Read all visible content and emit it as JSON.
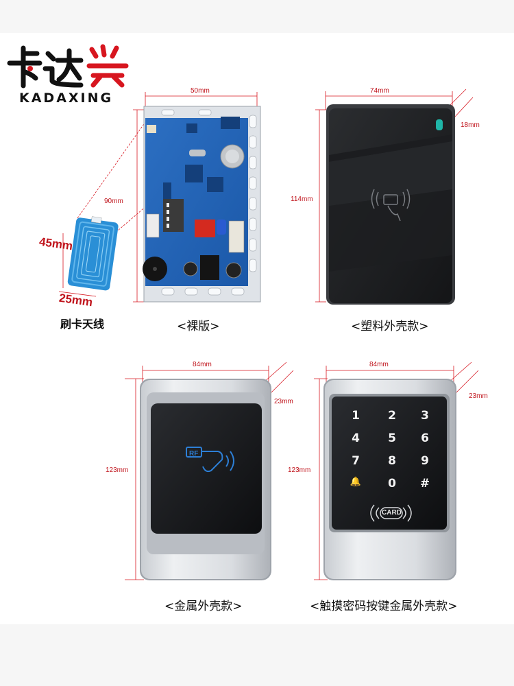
{
  "brand": {
    "logo_cn": "卡达兴",
    "logo_en": "KADAXING",
    "accent_color": "#d7161f"
  },
  "antenna": {
    "caption": "刷卡天线",
    "height_label": "45mm",
    "width_label": "25mm"
  },
  "bare_board": {
    "caption": "<裸版>",
    "width_label": "50mm",
    "height_label": "90mm"
  },
  "plastic_case": {
    "caption": "<塑料外壳款>",
    "width_label": "74mm",
    "height_label": "114mm",
    "depth_label": "18mm"
  },
  "metal_case": {
    "caption": "<金属外壳款>",
    "width_label": "84mm",
    "height_label": "123mm",
    "depth_label": "23mm",
    "rf_label": "RF"
  },
  "keypad_case": {
    "caption": "<触摸密码按键金属外壳款>",
    "width_label": "84mm",
    "height_label": "123mm",
    "depth_label": "23mm",
    "keys": [
      "1",
      "2",
      "3",
      "4",
      "5",
      "6",
      "7",
      "8",
      "9",
      "🔔",
      "0",
      "#"
    ],
    "card_label": "CARD"
  }
}
